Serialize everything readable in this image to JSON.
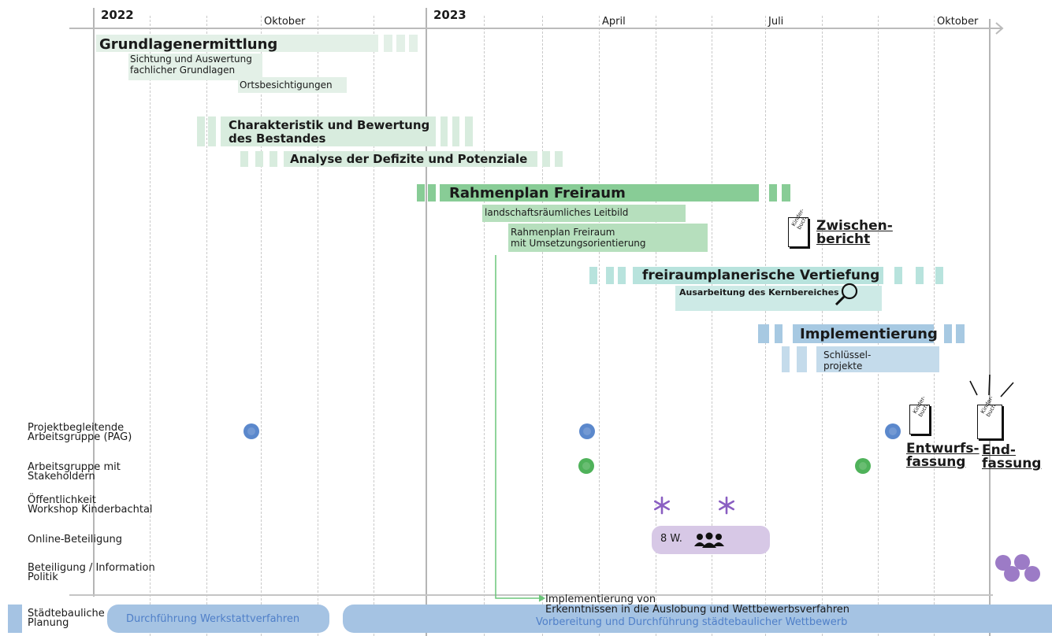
{
  "timeline": {
    "years": [
      "2022",
      "2023"
    ],
    "months": [
      "Oktober",
      "April",
      "Juli",
      "Oktober"
    ]
  },
  "phases": {
    "grundlagen": {
      "title": "Grundlagenermittlung",
      "sub1": "Sichtung und Auswertung\nfachlicher Grundlagen",
      "sub2": "Ortsbesichtigungen"
    },
    "charakteristik": {
      "title": "Charakteristik und Bewertung\ndes Bestandes",
      "sub": "Analyse der Defizite und Potenziale"
    },
    "rahmenplan": {
      "title": "Rahmenplan Freiraum",
      "sub1": "landschaftsräumliches Leitbild",
      "sub2": "Rahmenplan Freiraum\nmit Umsetzungsorientierung"
    },
    "vertiefung": {
      "title": "freiraumplanerische Vertiefung",
      "sub": "Ausarbeitung des Kernbereiches"
    },
    "implementierung": {
      "title": "Implementierung",
      "sub": "Schlüssel-\nprojekte"
    }
  },
  "documents": {
    "book_label": "Kinder-\nbuch",
    "zwischenbericht": "Zwischen-\nbericht",
    "entwurfsfassung": "Entwurfs-\nfassung",
    "endfassung": "End-\nfassung"
  },
  "rows": {
    "pag": "Projektbegleitende\nArbeitsgruppe (PAG)",
    "stakeholder": "Arbeitsgruppe mit\nStakeholdern",
    "oeffentlichkeit": "Öffentlichkeit\nWorkshop Kinderbachtal",
    "online": "Online-Beteiligung",
    "politik": "Beteiligung / Information\nPolitik",
    "staedtebau": "Städtebauliche\nPlanung"
  },
  "online_duration": "8 W.",
  "staedtebau": {
    "bar1": "Durchführung Werkstattverfahren",
    "bar2": "Vorbereitung und Durchführung städtebaulicher Wettbewerb",
    "note": "Implementierung von\nErkenntnissen in die Auslobung und Wettbewerbsverfahren"
  },
  "colors": {
    "grundlagen": "#e3f0e7",
    "charakteristik": "#d8ecde",
    "rahmenplan": "#88cc96",
    "rahmenplan_sub": "#b6dfbd",
    "vertiefung": "#b8e3dd",
    "vertiefung_sub": "#cdeae6",
    "implementierung": "#a7c9e2",
    "implementierung_sub": "#c4dbeb",
    "pag_dot": "#5b88cc",
    "stakeholder_dot": "#4fb25a",
    "workshop_star": "#8a5ec2",
    "online_bar": "#d7c8e6",
    "politik_dot": "#9c7bc6",
    "staedtebau_bar": "#a5c3e3",
    "staedtebau_text": "#4f7fc8",
    "arrow": "#6cc57a"
  },
  "icons": {
    "arrow_right": "arrow-right-icon",
    "magnifier": "magnifier-icon",
    "asterisk": "asterisk-icon",
    "group": "people-group-icon",
    "book": "book-icon",
    "rays": "highlight-rays-icon"
  }
}
